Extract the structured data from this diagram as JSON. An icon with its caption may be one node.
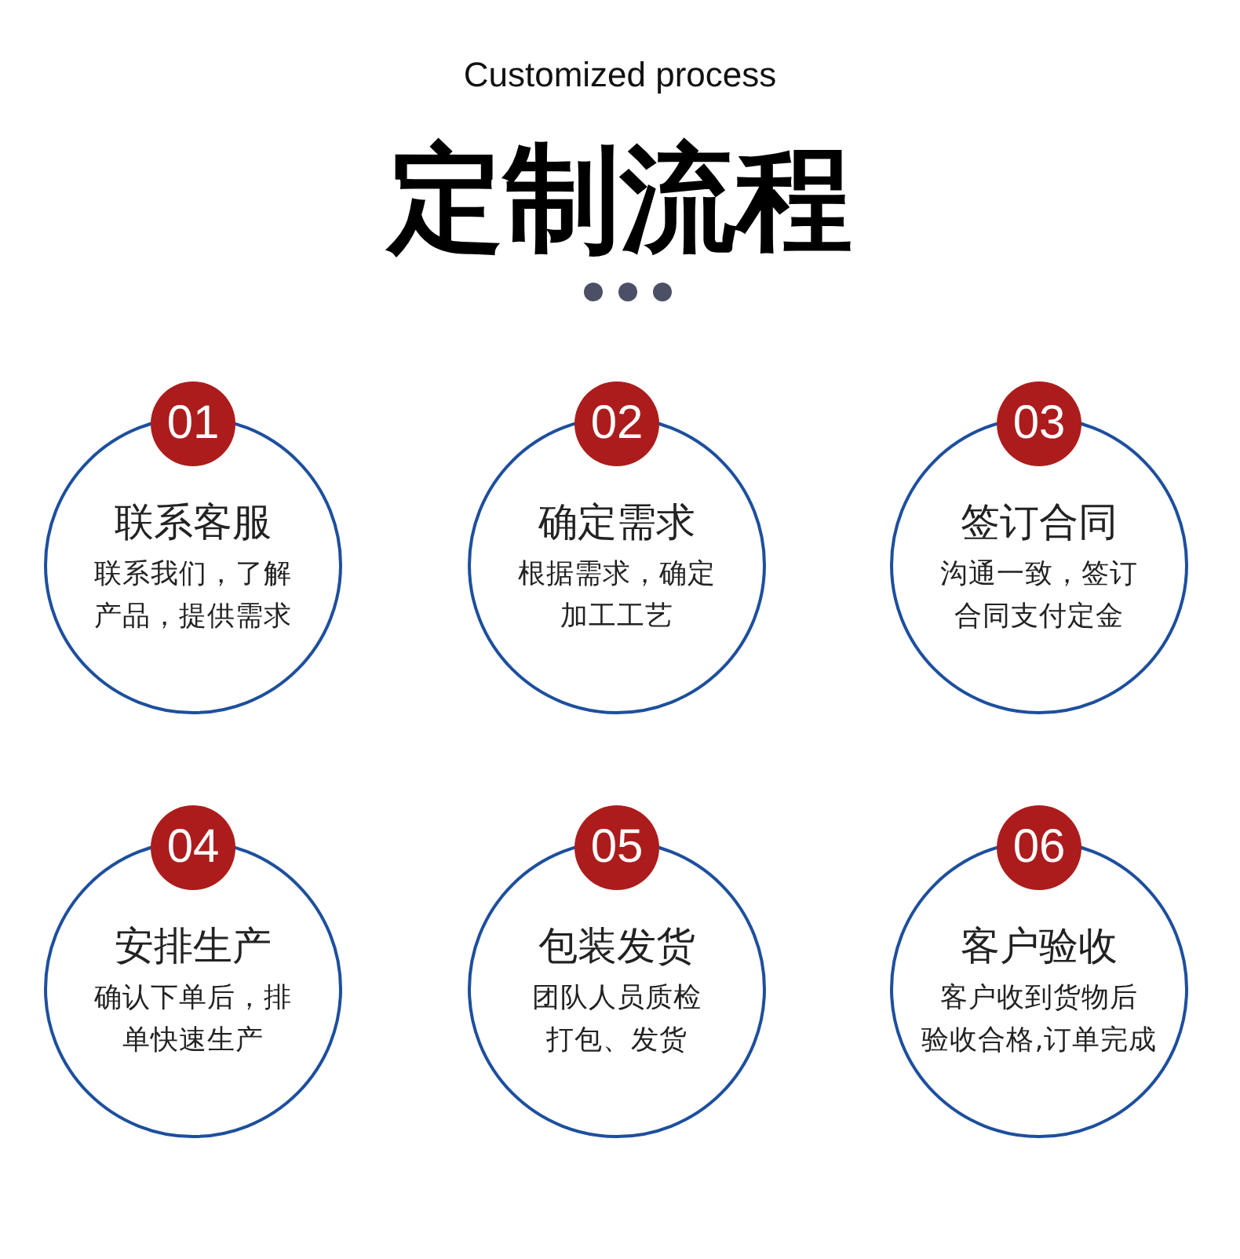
{
  "diagram": {
    "title": "定制流程",
    "nodes": [
      {
        "text": [
          "01"
        ]
      },
      {
        "text": [
          "联系客服",
          "联系我们，了解产品，提供需求"
        ]
      },
      {
        "text": [
          "02"
        ]
      },
      {
        "text": [
          "确定需求",
          "根据需求，确定加工工艺"
        ]
      },
      {
        "text": [
          "03"
        ]
      },
      {
        "text": [
          "签订合同",
          "沟通一致，签订合同支付定金"
        ]
      },
      {
        "text": [
          "04"
        ]
      },
      {
        "text": [
          "安排生产",
          "确认下单后，排单快速生产"
        ]
      },
      {
        "text": [
          "05"
        ]
      },
      {
        "text": [
          "包装发货",
          "团队人员质检打包、发货"
        ]
      },
      {
        "text": [
          "06"
        ]
      },
      {
        "text": [
          "客户验收",
          "客户收到货物后验收合格,订单完成"
        ]
      }
    ],
    "labels": [
      "Customized process"
    ]
  }
}
